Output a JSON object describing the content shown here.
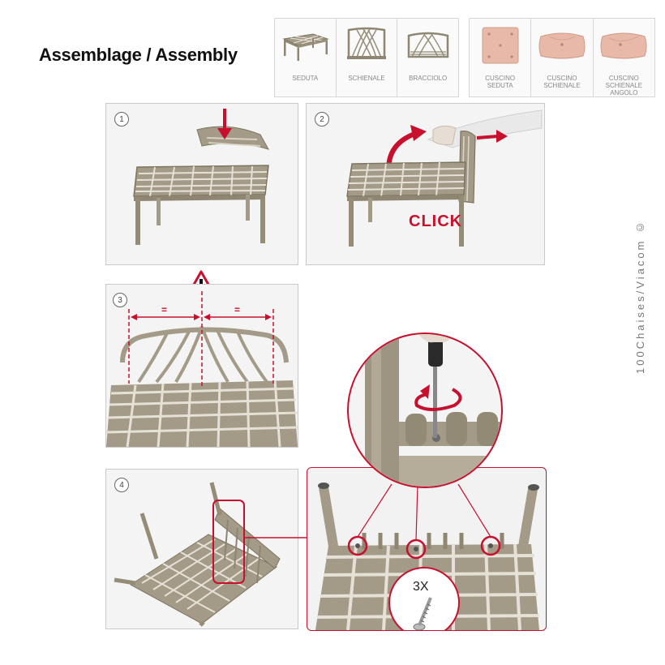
{
  "title": "Assemblage / Assembly",
  "parts_group_1": [
    {
      "label": "SEDUTA",
      "icon": "seat-frame-icon"
    },
    {
      "label": "SCHIENALE",
      "icon": "backrest-icon"
    },
    {
      "label": "BRACCIOLO",
      "icon": "armrest-icon"
    }
  ],
  "parts_group_2": [
    {
      "label": "CUSCINO\nSEDUTA",
      "icon": "seat-cushion-icon"
    },
    {
      "label": "CUSCINO\nSCHIENALE",
      "icon": "back-cushion-icon"
    },
    {
      "label": "CUSCINO\nSCHIENALE\nANGOLO",
      "icon": "corner-cushion-icon"
    }
  ],
  "steps": [
    {
      "number": "1"
    },
    {
      "number": "2",
      "callout": "CLICK"
    },
    {
      "number": "3",
      "left_mark": "=",
      "right_mark": "="
    },
    {
      "number": "4",
      "screw_count": "3X"
    }
  ],
  "copyright": "100Chaises/Viacom ©",
  "colors": {
    "frame": "#a39a87",
    "frame_dark": "#7d745f",
    "accent_red": "#c8102e",
    "cushion": "#e8b9a8",
    "panel_bg": "#f4f4f4"
  }
}
